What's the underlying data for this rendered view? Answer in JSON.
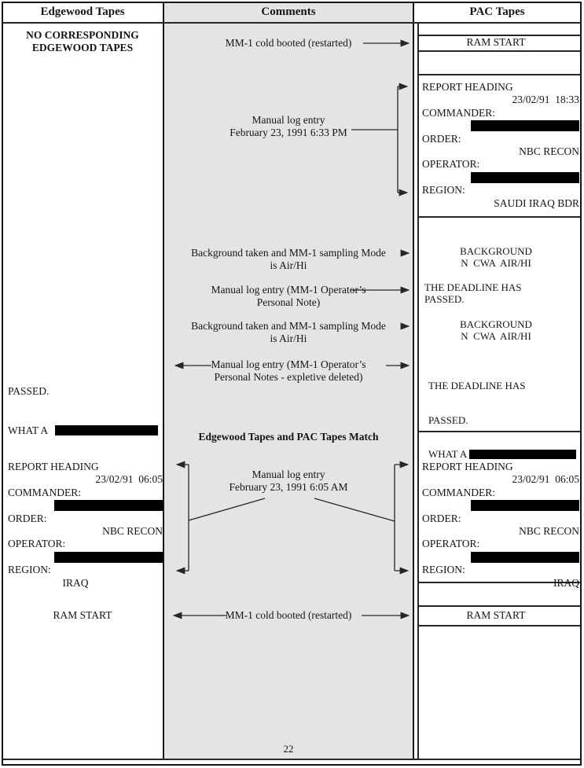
{
  "page": {
    "number": "22"
  },
  "headers": {
    "left": "Edgewood Tapes",
    "middle": "Comments",
    "right": "PAC Tapes"
  },
  "edgewood": {
    "no_tapes": "NO CORRESPONDING\nEDGEWOOD TAPES",
    "passed_line1": "PASSED.",
    "passed_line2": "WHAT A",
    "report": {
      "title": "REPORT HEADING",
      "datetime": "23/02/91  06:05",
      "commander_label": "COMMANDER:",
      "order_label": "ORDER:",
      "order_value": "NBC RECON",
      "operator_label": "OPERATOR:",
      "region_label": "REGION:",
      "region_value": "IRAQ"
    },
    "ram_start": "RAM START"
  },
  "comments": {
    "cold_boot_top": "MM-1 cold booted (restarted)",
    "log_entry_633pm": "Manual log entry\nFebruary 23, 1991 6:33 PM",
    "background_1": "Background taken and MM-1 sampling Mode\nis Air/Hi",
    "personal_note": "Manual log entry (MM-1 Operator’s\nPersonal Note)",
    "background_2": "Background taken and MM-1 sampling Mode\nis Air/Hi",
    "expletive_note": "Manual log entry (MM-1 Operator’s\nPersonal Notes - expletive deleted)",
    "match_heading": "Edgewood Tapes and PAC Tapes Match",
    "log_entry_605am": "Manual log entry\nFebruary 23, 1991 6:05 AM",
    "cold_boot_bottom": "MM-1 cold booted (restarted)"
  },
  "pac": {
    "ram_start_top": "RAM START",
    "report_1833": {
      "title": "REPORT HEADING",
      "datetime": "23/02/91  18:33",
      "commander_label": "COMMANDER:",
      "order_label": "ORDER:",
      "order_value": "NBC RECON",
      "operator_label": "OPERATOR:",
      "region_label": "REGION:",
      "region_value": "SAUDI IRAQ BDR"
    },
    "background_1": "BACKGROUND\nN  CWA  AIR/HI",
    "deadline_1": "THE DEADLINE HAS\nPASSED.",
    "background_2": "BACKGROUND\nN  CWA  AIR/HI",
    "deadline_2_line1": "THE DEADLINE HAS",
    "deadline_2_line2": "PASSED.",
    "deadline_2_line3": "WHAT A",
    "report_0605": {
      "title": "REPORT HEADING",
      "datetime": "23/02/91  06:05",
      "commander_label": "COMMANDER:",
      "order_label": "ORDER:",
      "order_value": "NBC RECON",
      "operator_label": "OPERATOR:",
      "region_label": "REGION:",
      "region_value": "IRAQ"
    },
    "ram_start_bottom": "RAM START"
  }
}
